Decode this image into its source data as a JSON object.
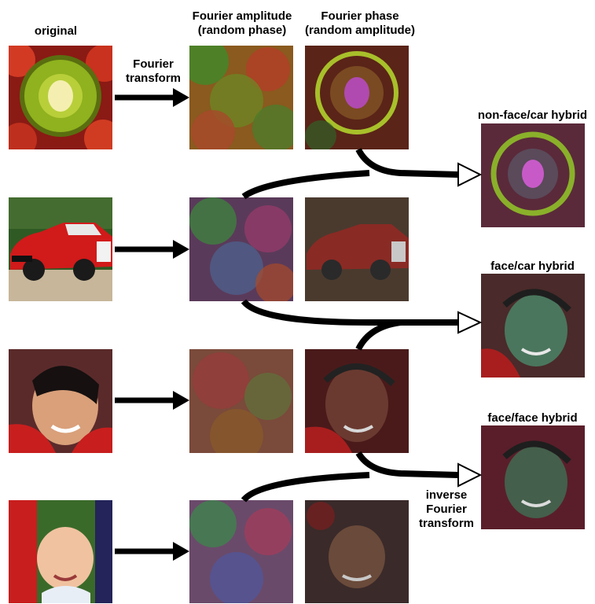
{
  "headers": {
    "original": "original",
    "amplitude_line1": "Fourier amplitude",
    "amplitude_line2": "(random phase)",
    "phase_line1": "Fourier phase",
    "phase_line2": "(random amplitude)"
  },
  "forward_label": {
    "line1": "Fourier",
    "line2": "transform"
  },
  "inverse_label": {
    "line1": "inverse",
    "line2": "Fourier",
    "line3": "transform"
  },
  "rows": [
    {
      "subject": "kiwi-and-strawberries"
    },
    {
      "subject": "red-sports-car"
    },
    {
      "subject": "smiling-woman"
    },
    {
      "subject": "smiling-baby"
    }
  ],
  "hybrids": [
    {
      "label": "non-face/car hybrid"
    },
    {
      "label": "face/car hybrid"
    },
    {
      "label": "face/face hybrid"
    }
  ],
  "colors": {
    "text": "#000000",
    "arrow": "#000000",
    "arrowhead_fill": "#ffffff"
  }
}
